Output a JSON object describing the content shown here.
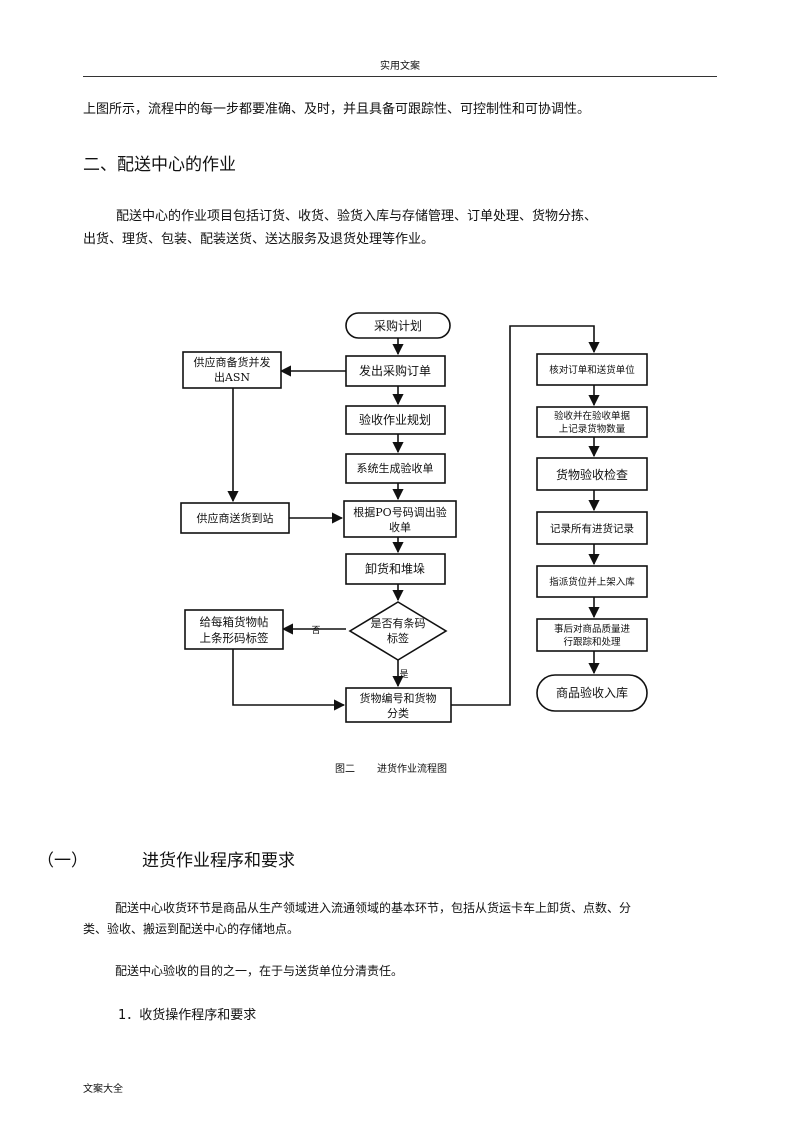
{
  "header": {
    "title": "实用文案"
  },
  "intro_paragraph": "上图所示，流程中的每一步都要准确、及时，并且具备可跟踪性、可控制性和可协调性。",
  "section2": {
    "heading": "二、配送中心的作业",
    "body_line1": "配送中心的作业项目包括订货、收货、验货入库与存储管理、订单处理、货物分拣、",
    "body_line2": "出货、理货、包装、配装送货、送达服务及退货处理等作业。"
  },
  "flowchart": {
    "start": "采购计划",
    "order": "发出采购订单",
    "supplier_prep_1": "供应商备货并发",
    "supplier_prep_2": "出ASN",
    "plan": "验收作业规划",
    "gen_receipt": "系统生成验收单",
    "supplier_arrive": "供应商送货到站",
    "retrieve_1": "根据PO号码调出验",
    "retrieve_2": "收单",
    "unload": "卸货和堆垛",
    "decision_1": "是否有条码",
    "decision_2": "标签",
    "label_no": "否",
    "label_yes": "是",
    "barcode_1": "给每箱货物帖",
    "barcode_2": "上条形码标签",
    "classify_1": "货物编号和货物",
    "classify_2": "分类",
    "check_delivery": "核对订单和送货单位",
    "record_1": "验收并在验收单据",
    "record_2": "上记录货物数量",
    "inspect": "货物验收检查",
    "record_all": "记录所有进货记录",
    "shelve": "指派货位并上架入库",
    "followup_1": "事后对商品质量进",
    "followup_2": "行跟踪和处理",
    "end": "商品验收入库"
  },
  "figure_caption": {
    "label": "图二",
    "title": "进货作业流程图"
  },
  "subsection1": {
    "number": "（一）",
    "title": "进货作业程序和要求",
    "p1_line1": "配送中心收货环节是商品从生产领域进入流通领域的基本环节，包括从货运卡车上卸货、点数、分",
    "p1_line2": "类、验收、搬运到配送中心的存储地点。",
    "p2": "配送中心验收的目的之一，在于与送货单位分清责任。",
    "item1": "1．收货操作程序和要求"
  },
  "footer": {
    "text": "文案大全"
  }
}
